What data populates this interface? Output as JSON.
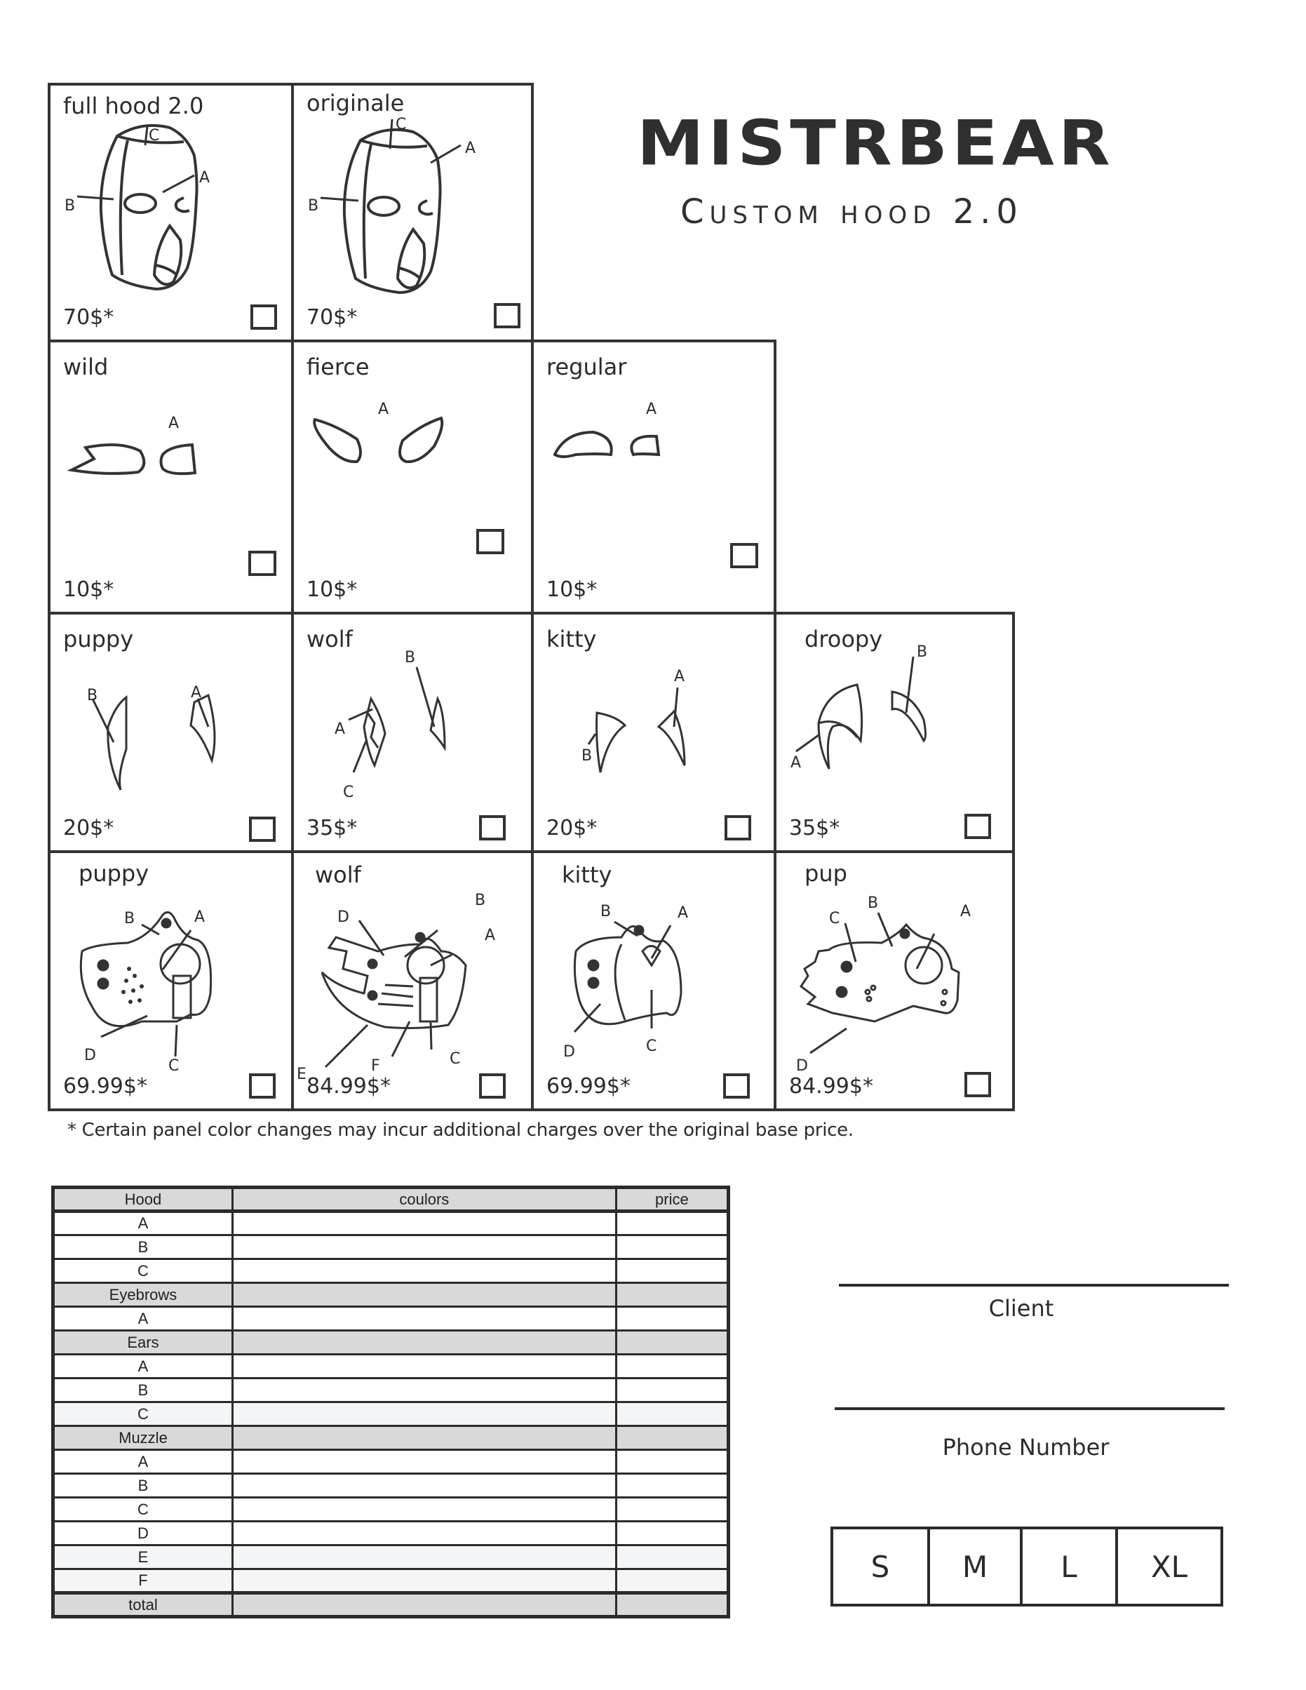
{
  "brand": {
    "logo": "MISTRBEAR",
    "subtitle": "Custom hood 2.0"
  },
  "sections": {
    "hoods": [
      {
        "name": "full hood 2.0",
        "price": "70$*",
        "parts": [
          "A",
          "B",
          "C"
        ]
      },
      {
        "name": "originale",
        "price": "70$*",
        "parts": [
          "A",
          "B",
          "C"
        ]
      }
    ],
    "eyebrows": [
      {
        "name": "wild",
        "price": "10$*",
        "parts": [
          "A"
        ]
      },
      {
        "name": "fierce",
        "price": "10$*",
        "parts": [
          "A"
        ]
      },
      {
        "name": "regular",
        "price": "10$*",
        "parts": [
          "A"
        ]
      }
    ],
    "ears": [
      {
        "name": "puppy",
        "price": "20$*",
        "parts": [
          "A",
          "B"
        ]
      },
      {
        "name": "wolf",
        "price": "35$*",
        "parts": [
          "A",
          "B",
          "C"
        ]
      },
      {
        "name": "kitty",
        "price": "20$*",
        "parts": [
          "A",
          "B"
        ]
      },
      {
        "name": "droopy",
        "price": "35$*",
        "parts": [
          "A",
          "B"
        ]
      }
    ],
    "muzzles": [
      {
        "name": "puppy",
        "price": "69.99$*",
        "parts": [
          "A",
          "B",
          "C",
          "D"
        ]
      },
      {
        "name": "wolf",
        "price": "84.99$*",
        "parts": [
          "A",
          "B",
          "C",
          "D",
          "E",
          "F"
        ]
      },
      {
        "name": "kitty",
        "price": "69.99$*",
        "parts": [
          "A",
          "B",
          "C",
          "D"
        ]
      },
      {
        "name": "pup",
        "price": "84.99$*",
        "parts": [
          "A",
          "B",
          "C",
          "D"
        ]
      }
    ]
  },
  "part_labels": {
    "A": "A",
    "B": "B",
    "C": "C",
    "D": "D",
    "E": "E",
    "F": "F"
  },
  "footnote": "* Certain panel color changes may incur additional charges over the original base price.",
  "order_table": {
    "headers": [
      "Hood",
      "coulors",
      "price"
    ],
    "rows": [
      {
        "label": "A",
        "type": "item"
      },
      {
        "label": "B",
        "type": "item"
      },
      {
        "label": "C",
        "type": "item"
      },
      {
        "label": "Eyebrows",
        "type": "section"
      },
      {
        "label": "A",
        "type": "item"
      },
      {
        "label": "Ears",
        "type": "section"
      },
      {
        "label": "A",
        "type": "item"
      },
      {
        "label": "B",
        "type": "item"
      },
      {
        "label": "C",
        "type": "light"
      },
      {
        "label": "Muzzle",
        "type": "section"
      },
      {
        "label": "A",
        "type": "item"
      },
      {
        "label": "B",
        "type": "item"
      },
      {
        "label": "C",
        "type": "item"
      },
      {
        "label": "D",
        "type": "item"
      },
      {
        "label": "E",
        "type": "light"
      },
      {
        "label": "F",
        "type": "light"
      },
      {
        "label": "total",
        "type": "total"
      }
    ]
  },
  "client": {
    "client_label": "Client",
    "phone_label": "Phone Number"
  },
  "sizes": [
    "S",
    "M",
    "L",
    "XL"
  ],
  "colors": {
    "ink": "#333333",
    "header_gray": "#d9d9d9",
    "light_row": "#f4f5f7",
    "background": "#ffffff"
  }
}
